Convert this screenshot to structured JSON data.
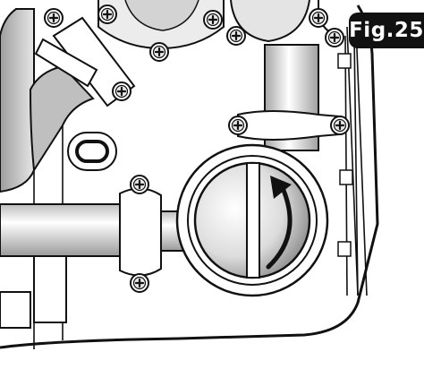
{
  "figure": {
    "label": "Fig.25",
    "label_bg": "#111111",
    "label_color": "#ffffff"
  },
  "colors": {
    "stroke": "#111111",
    "body_grey": "#d9d9d9",
    "pipe_grey": "#cfcfcf",
    "highlight": "#ffffff"
  },
  "parts": [
    "housing-outline",
    "lever-handle",
    "outlet-pipe",
    "valve-body",
    "rotation-arrow",
    "pipe-clip",
    "screw-icon"
  ]
}
